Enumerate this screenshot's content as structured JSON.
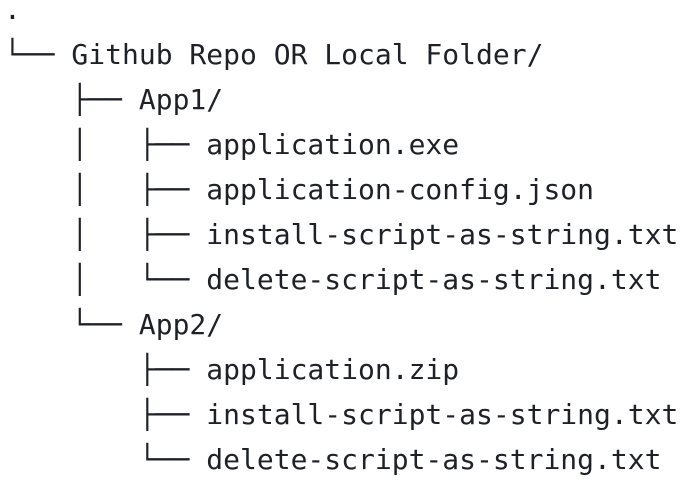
{
  "tree": {
    "root_label": ".",
    "lines": [
      ".",
      "└── Github Repo OR Local Folder/",
      "    ├── App1/",
      "    │   ├── application.exe",
      "    │   ├── application-config.json",
      "    │   ├── install-script-as-string.txt",
      "    │   └── delete-script-as-string.txt",
      "    └── App2/",
      "        ├── application.zip",
      "        ├── install-script-as-string.txt",
      "        └── delete-script-as-string.txt"
    ],
    "hierarchy": {
      "name": "Github Repo OR Local Folder/",
      "children": [
        {
          "name": "App1/",
          "children": [
            {
              "name": "application.exe"
            },
            {
              "name": "application-config.json"
            },
            {
              "name": "install-script-as-string.txt"
            },
            {
              "name": "delete-script-as-string.txt"
            }
          ]
        },
        {
          "name": "App2/",
          "children": [
            {
              "name": "application.zip"
            },
            {
              "name": "install-script-as-string.txt"
            },
            {
              "name": "delete-script-as-string.txt"
            }
          ]
        }
      ]
    },
    "text_color": "#1e2227",
    "background_color": "#ffffff"
  }
}
